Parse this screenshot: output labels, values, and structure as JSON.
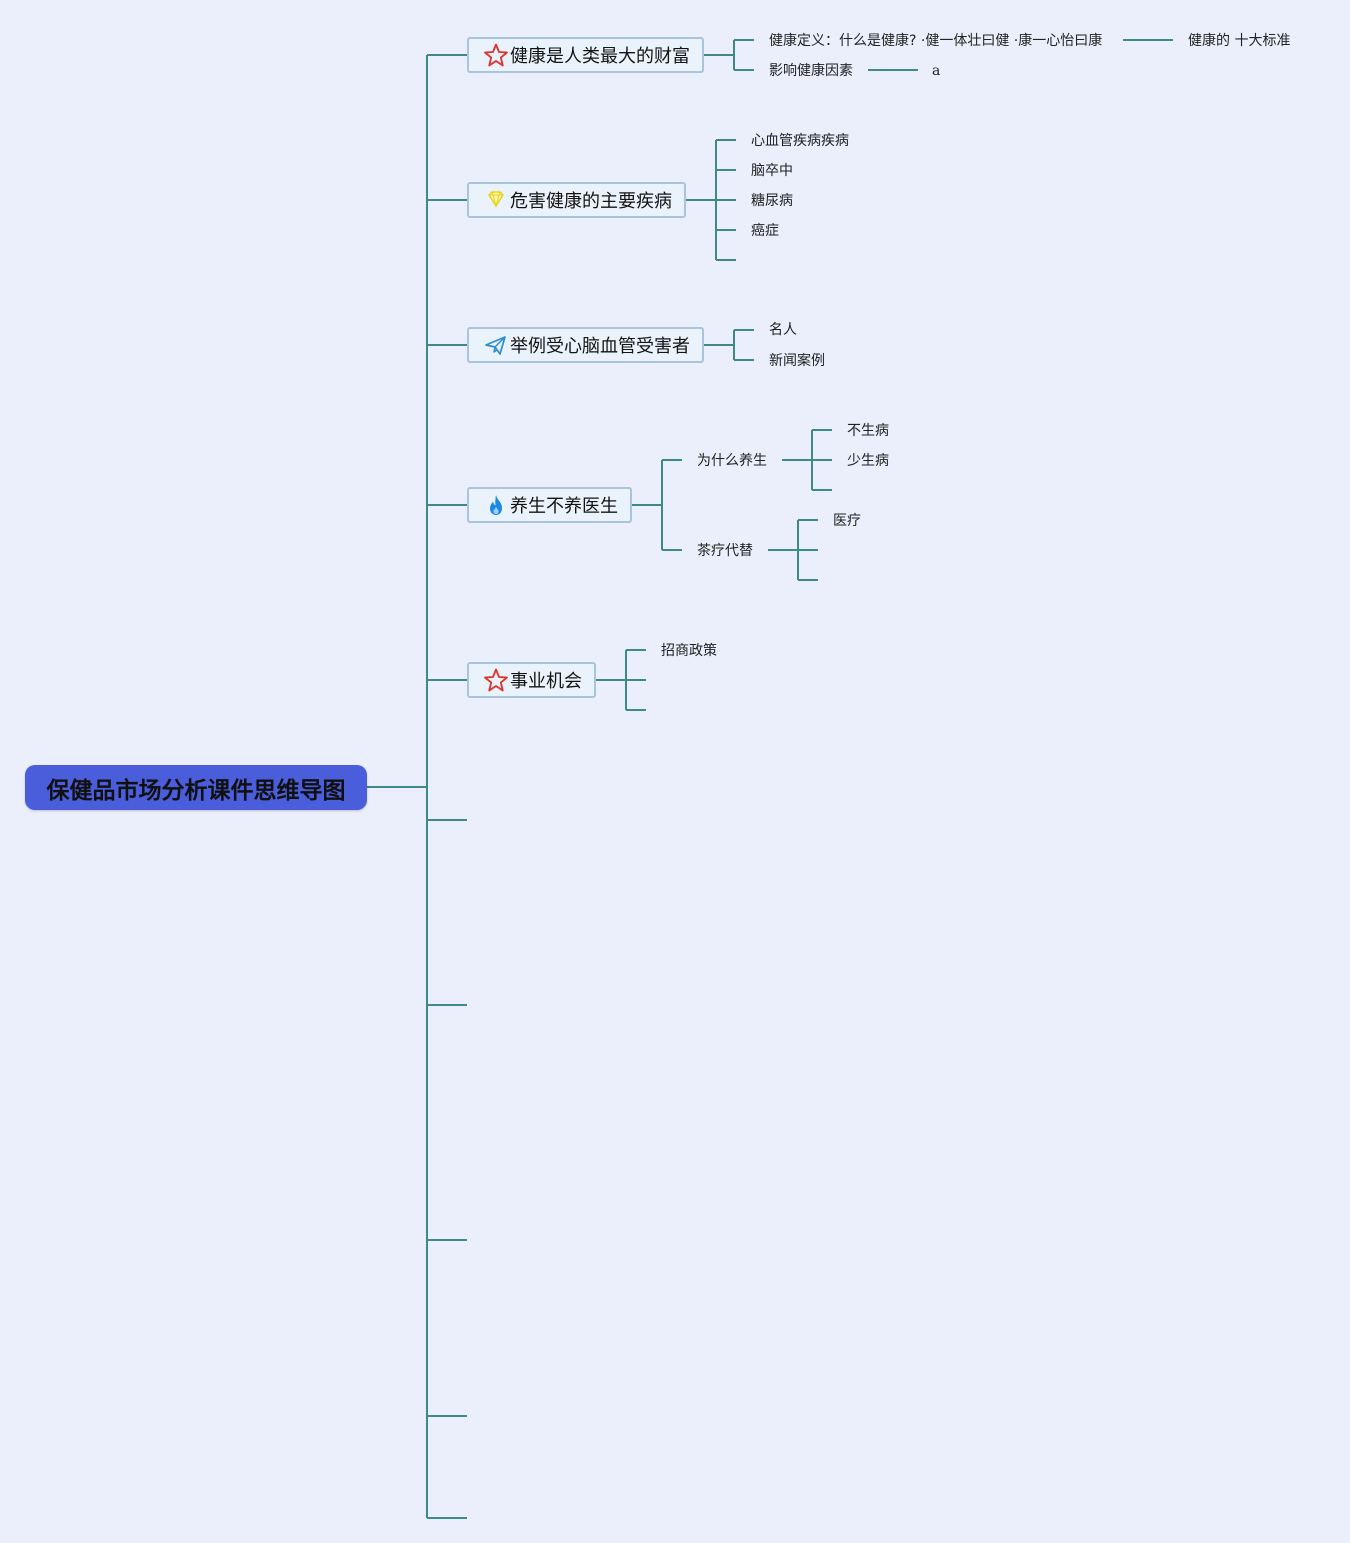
{
  "root": {
    "label": "保健品市场分析课件思维导图"
  },
  "topics": [
    {
      "label": "健康是人类最大的财富",
      "icon": "star-icon",
      "icon_color": "#e0302a",
      "children": [
        {
          "label": "健康定义：什么是健康? ·健一体壮曰健 ·康一心怡曰康",
          "child": "健康的 十大标准"
        },
        {
          "label": "影响健康因素",
          "child": "a"
        }
      ]
    },
    {
      "label": "危害健康的主要疾病",
      "icon": "diamond-icon",
      "icon_color": "#f2e233",
      "children": [
        {
          "label": "心血管疾病疾病"
        },
        {
          "label": "脑卒中"
        },
        {
          "label": "糖尿病"
        },
        {
          "label": "癌症"
        },
        {
          "label": ""
        }
      ]
    },
    {
      "label": "举例受心脑血管受害者",
      "icon": "paper-plane-icon",
      "icon_color": "#2a8fd6",
      "children": [
        {
          "label": "名人"
        },
        {
          "label": "新闻案例"
        }
      ]
    },
    {
      "label": "养生不养医生",
      "icon": "flame-icon",
      "icon_color": "#1e88e5",
      "children": [
        {
          "label": "为什么养生",
          "children": [
            "不生病",
            "少生病",
            ""
          ]
        },
        {
          "label": "茶疗代替",
          "children": [
            "医疗",
            "",
            ""
          ]
        }
      ]
    },
    {
      "label": "事业机会",
      "icon": "star-icon",
      "icon_color": "#e0302a",
      "children": [
        {
          "label": "招商政策"
        },
        {
          "label": ""
        },
        {
          "label": ""
        }
      ]
    },
    {
      "label": ""
    },
    {
      "label": ""
    },
    {
      "label": ""
    },
    {
      "label": ""
    },
    {
      "label": ""
    }
  ],
  "colors": {
    "background": "#ebeffc",
    "connector": "#3d8a86",
    "root_fill": "#4a5ddb",
    "topic_border": "#a8c5dc",
    "topic_fill": "#eaf2fb"
  }
}
